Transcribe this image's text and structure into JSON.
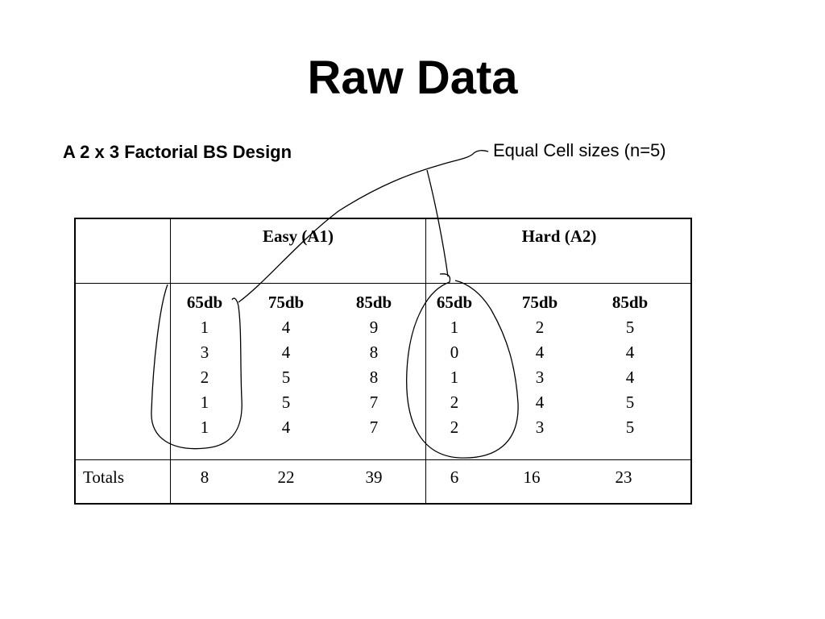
{
  "title": "Raw Data",
  "subtitle": "A 2 x 3 Factorial BS Design",
  "annotation": "Equal Cell sizes (n=5)",
  "table": {
    "groups": [
      {
        "label": "Easy (A1)"
      },
      {
        "label": "Hard (A2)"
      }
    ],
    "columns": [
      {
        "header": "65db",
        "values": [
          "1",
          "3",
          "2",
          "1",
          "1"
        ],
        "total": "8"
      },
      {
        "header": "75db",
        "values": [
          "4",
          "4",
          "5",
          "5",
          "4"
        ],
        "total": "22"
      },
      {
        "header": "85db",
        "values": [
          "9",
          "8",
          "8",
          "7",
          "7"
        ],
        "total": "39"
      },
      {
        "header": "65db",
        "values": [
          "1",
          "0",
          "1",
          "2",
          "2"
        ],
        "total": "6"
      },
      {
        "header": "75db",
        "values": [
          "2",
          "4",
          "3",
          "4",
          "3"
        ],
        "total": "16"
      },
      {
        "header": "85db",
        "values": [
          "5",
          "4",
          "4",
          "5",
          "5"
        ],
        "total": "23"
      }
    ],
    "totals_label": "Totals"
  }
}
